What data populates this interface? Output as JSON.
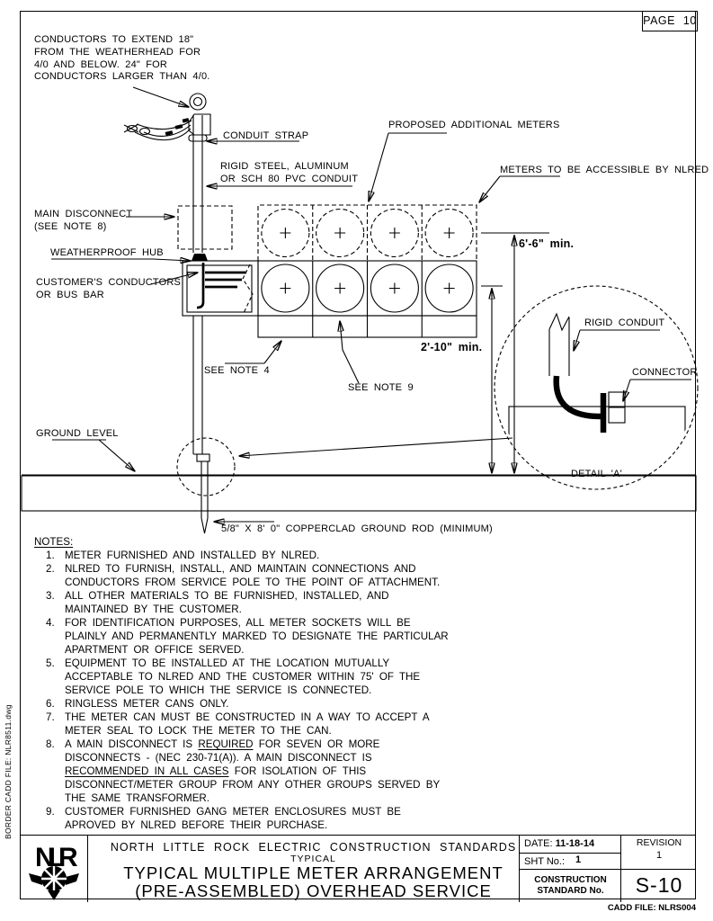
{
  "page": {
    "page_label": "PAGE 10",
    "border_cadd_file": "BORDER CADD FILE:  NLR8511.dwg",
    "cadd_file": "CADD FILE: NLRS004"
  },
  "drawing": {
    "meters": {
      "proposed_count": 4,
      "installed_count": 4
    },
    "labels": {
      "conductor_note": "CONDUCTORS TO EXTEND 18\"\nFROM THE WEATHERHEAD FOR\n4/0  AND BELOW. 24\" FOR\nCONDUCTORS LARGER THAN 4/0.",
      "conduit_strap": "CONDUIT STRAP",
      "rigid_steel": "RIGID STEEL, ALUMINUM\nOR SCH 80 PVC CONDUIT",
      "main_disconnect": "MAIN DISCONNECT\n(SEE NOTE 8)",
      "weatherproof_hub": "WEATHERPROOF HUB",
      "customers_conductors": "CUSTOMER'S CONDUCTORS\nOR BUS BAR",
      "proposed_additional_meters": "PROPOSED ADDITIONAL METERS",
      "meters_accessible": "METERS TO BE ACCESSIBLE BY NLRED",
      "dim_top": "6'-6\" min.",
      "dim_bottom": "2'-10\" min.",
      "see_note_4": "SEE NOTE 4",
      "see_note_9": "SEE NOTE 9",
      "ground_level": "GROUND LEVEL",
      "ground_rod": "5/8\" X 8' 0\" COPPERCLAD GROUND ROD (MINIMUM)",
      "rigid_conduit": "RIGID CONDUIT",
      "connector": "CONNECTOR",
      "detail_a": "DETAIL 'A'"
    }
  },
  "notes": {
    "heading": "NOTES:",
    "items": [
      {
        "num": "1.",
        "lines": [
          [
            "METER FURNISHED AND INSTALLED BY NLRED."
          ]
        ]
      },
      {
        "num": "2.",
        "lines": [
          [
            "NLRED TO FURNISH, INSTALL, AND MAINTAIN CONNECTIONS AND"
          ],
          [
            "CONDUCTORS FROM SERVICE POLE TO THE POINT OF ATTACHMENT."
          ]
        ]
      },
      {
        "num": "3.",
        "lines": [
          [
            "ALL OTHER MATERIALS TO BE FURNISHED, INSTALLED, AND"
          ],
          [
            "MAINTAINED BY THE CUSTOMER."
          ]
        ]
      },
      {
        "num": "4.",
        "lines": [
          [
            "FOR IDENTIFICATION PURPOSES, ALL METER SOCKETS WILL BE"
          ],
          [
            "PLAINLY AND PERMANENTLY MARKED TO DESIGNATE THE PARTICULAR"
          ],
          [
            "APARTMENT OR OFFICE SERVED."
          ]
        ]
      },
      {
        "num": "5.",
        "lines": [
          [
            "EQUIPMENT TO BE INSTALLED AT THE LOCATION MUTUALLY"
          ],
          [
            "ACCEPTABLE TO NLRED AND THE CUSTOMER WITHIN 75' OF THE"
          ],
          [
            "SERVICE POLE TO WHICH THE SERVICE IS CONNECTED."
          ]
        ]
      },
      {
        "num": "6.",
        "lines": [
          [
            "RINGLESS METER CANS ONLY."
          ]
        ]
      },
      {
        "num": "7.",
        "lines": [
          [
            "THE METER CAN MUST BE CONSTRUCTED IN A WAY TO ACCEPT A"
          ],
          [
            "METER SEAL TO LOCK THE METER TO THE CAN."
          ]
        ]
      },
      {
        "num": "8.",
        "lines": [
          [
            {
              "t": "A MAIN DISCONNECT IS "
            },
            {
              "t": "REQUIRED",
              "u": true
            },
            {
              "t": " FOR SEVEN OR MORE"
            }
          ],
          [
            "DISCONNECTS - (NEC 230-71(A)). A MAIN DISCONNECT IS"
          ],
          [
            {
              "t": "RECOMMENDED IN ALL CASES",
              "u": true
            },
            {
              "t": " FOR ISOLATION OF THIS"
            }
          ],
          [
            "DISCONNECT/METER GROUP FROM ANY OTHER GROUPS SERVED BY"
          ],
          [
            "THE SAME TRANSFORMER."
          ]
        ]
      },
      {
        "num": "9.",
        "lines": [
          [
            "CUSTOMER FURNISHED GANG METER ENCLOSURES MUST BE"
          ],
          [
            "APROVED BY NLRED BEFORE THEIR PURCHASE."
          ]
        ]
      }
    ]
  },
  "title_block": {
    "org_line": "NORTH LITTLE ROCK ELECTRIC CONSTRUCTION STANDARDS",
    "typical_line": "TYPICAL",
    "title_line1": "TYPICAL MULTIPLE METER ARRANGEMENT",
    "title_line2": "(PRE-ASSEMBLED) OVERHEAD SERVICE",
    "date_label": "DATE:",
    "date_value": "11-18-14",
    "sht_label": "SHT No.:",
    "sht_value": "1",
    "revision_label": "REVISION",
    "revision_value": "1",
    "construction_label": "CONSTRUCTION\nSTANDARD No.",
    "standard_number": "S-10",
    "logo_text": "NLR"
  }
}
